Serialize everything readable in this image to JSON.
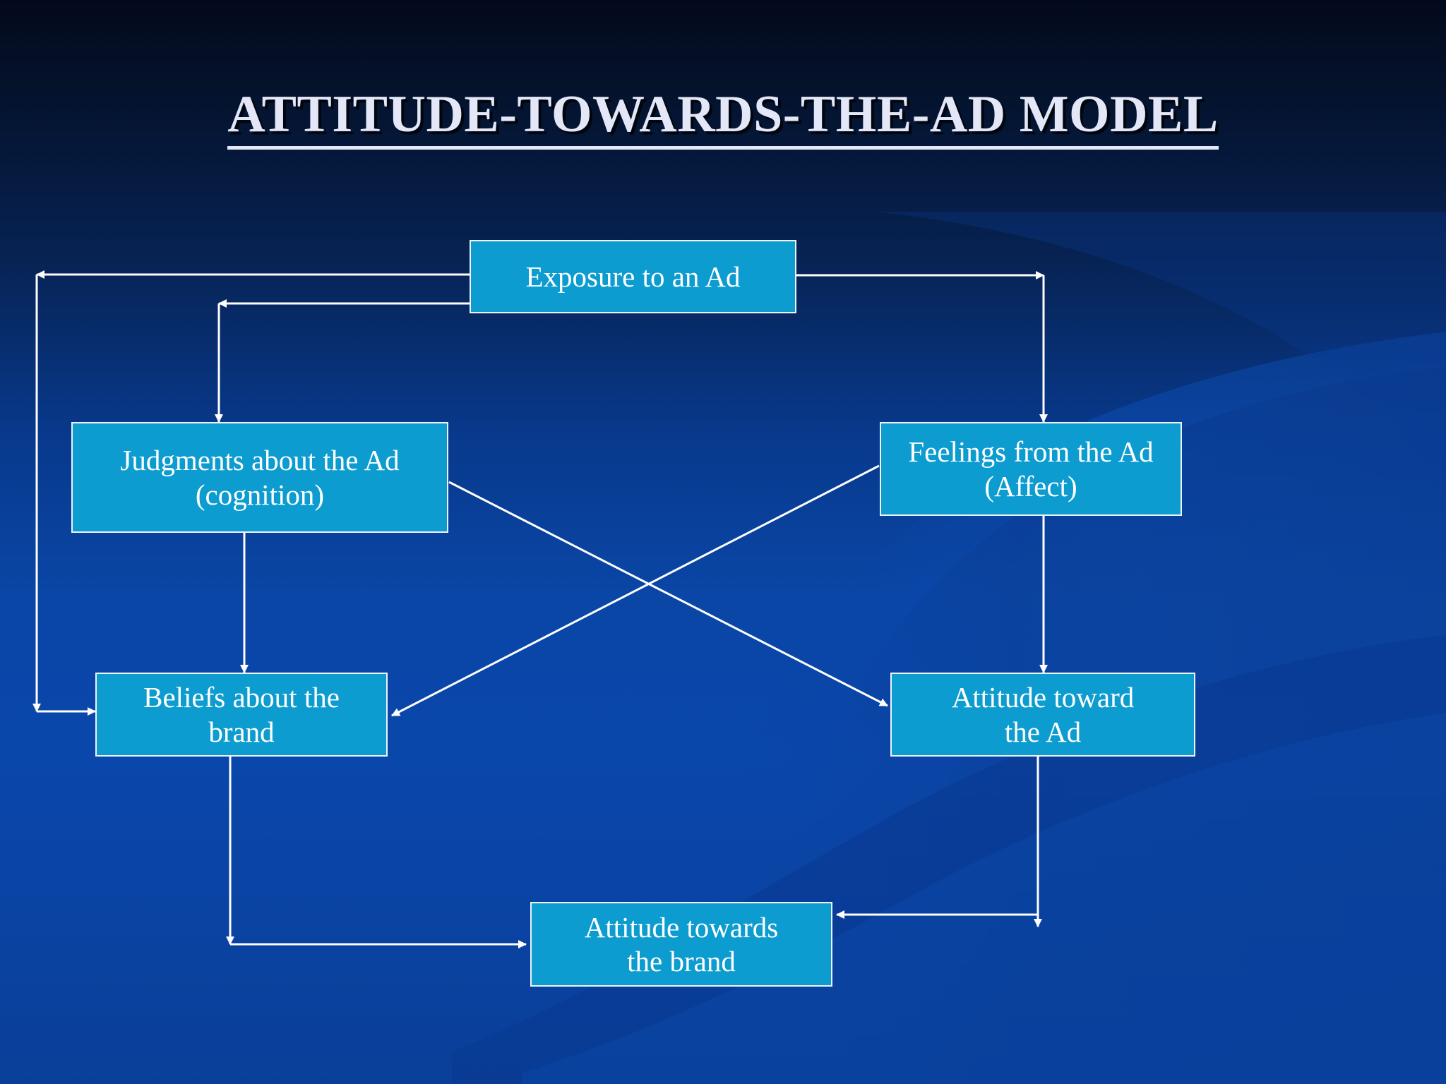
{
  "slide": {
    "title": "ATTITUDE-TOWARDS-THE-AD MODEL",
    "background_top_color": "#03091c",
    "background_bottom_color": "#0a45a4",
    "box_fill_color": "#0c9ccf",
    "box_border_color": "#eef3fb",
    "text_color": "#ffffff",
    "title_color": "#e3e7f8",
    "connector_color": "#ffffff"
  },
  "diagram_data": {
    "type": "flowchart",
    "nodes": [
      {
        "id": "exposure",
        "label": "Exposure to an Ad"
      },
      {
        "id": "judgments",
        "label": "Judgments about the Ad\n(cognition)"
      },
      {
        "id": "feelings",
        "label": "Feelings from the Ad\n(Affect)"
      },
      {
        "id": "beliefs",
        "label": "Beliefs about the\nbrand"
      },
      {
        "id": "att_ad",
        "label": "Attitude toward\nthe Ad"
      },
      {
        "id": "att_brand",
        "label": "Attitude towards\nthe brand"
      }
    ],
    "edges": [
      {
        "from": "exposure",
        "to": "judgments",
        "style": "orthogonal-left"
      },
      {
        "from": "exposure",
        "to": "feelings",
        "style": "orthogonal-right"
      },
      {
        "from": "exposure",
        "to": "beliefs",
        "style": "orthogonal-far-left"
      },
      {
        "from": "judgments",
        "to": "beliefs",
        "style": "vertical"
      },
      {
        "from": "judgments",
        "to": "att_ad",
        "style": "diagonal"
      },
      {
        "from": "feelings",
        "to": "att_ad",
        "style": "vertical"
      },
      {
        "from": "feelings",
        "to": "beliefs",
        "style": "diagonal"
      },
      {
        "from": "beliefs",
        "to": "att_brand",
        "style": "orthogonal-down-right"
      },
      {
        "from": "att_ad",
        "to": "att_brand",
        "style": "orthogonal-down-left"
      }
    ]
  }
}
